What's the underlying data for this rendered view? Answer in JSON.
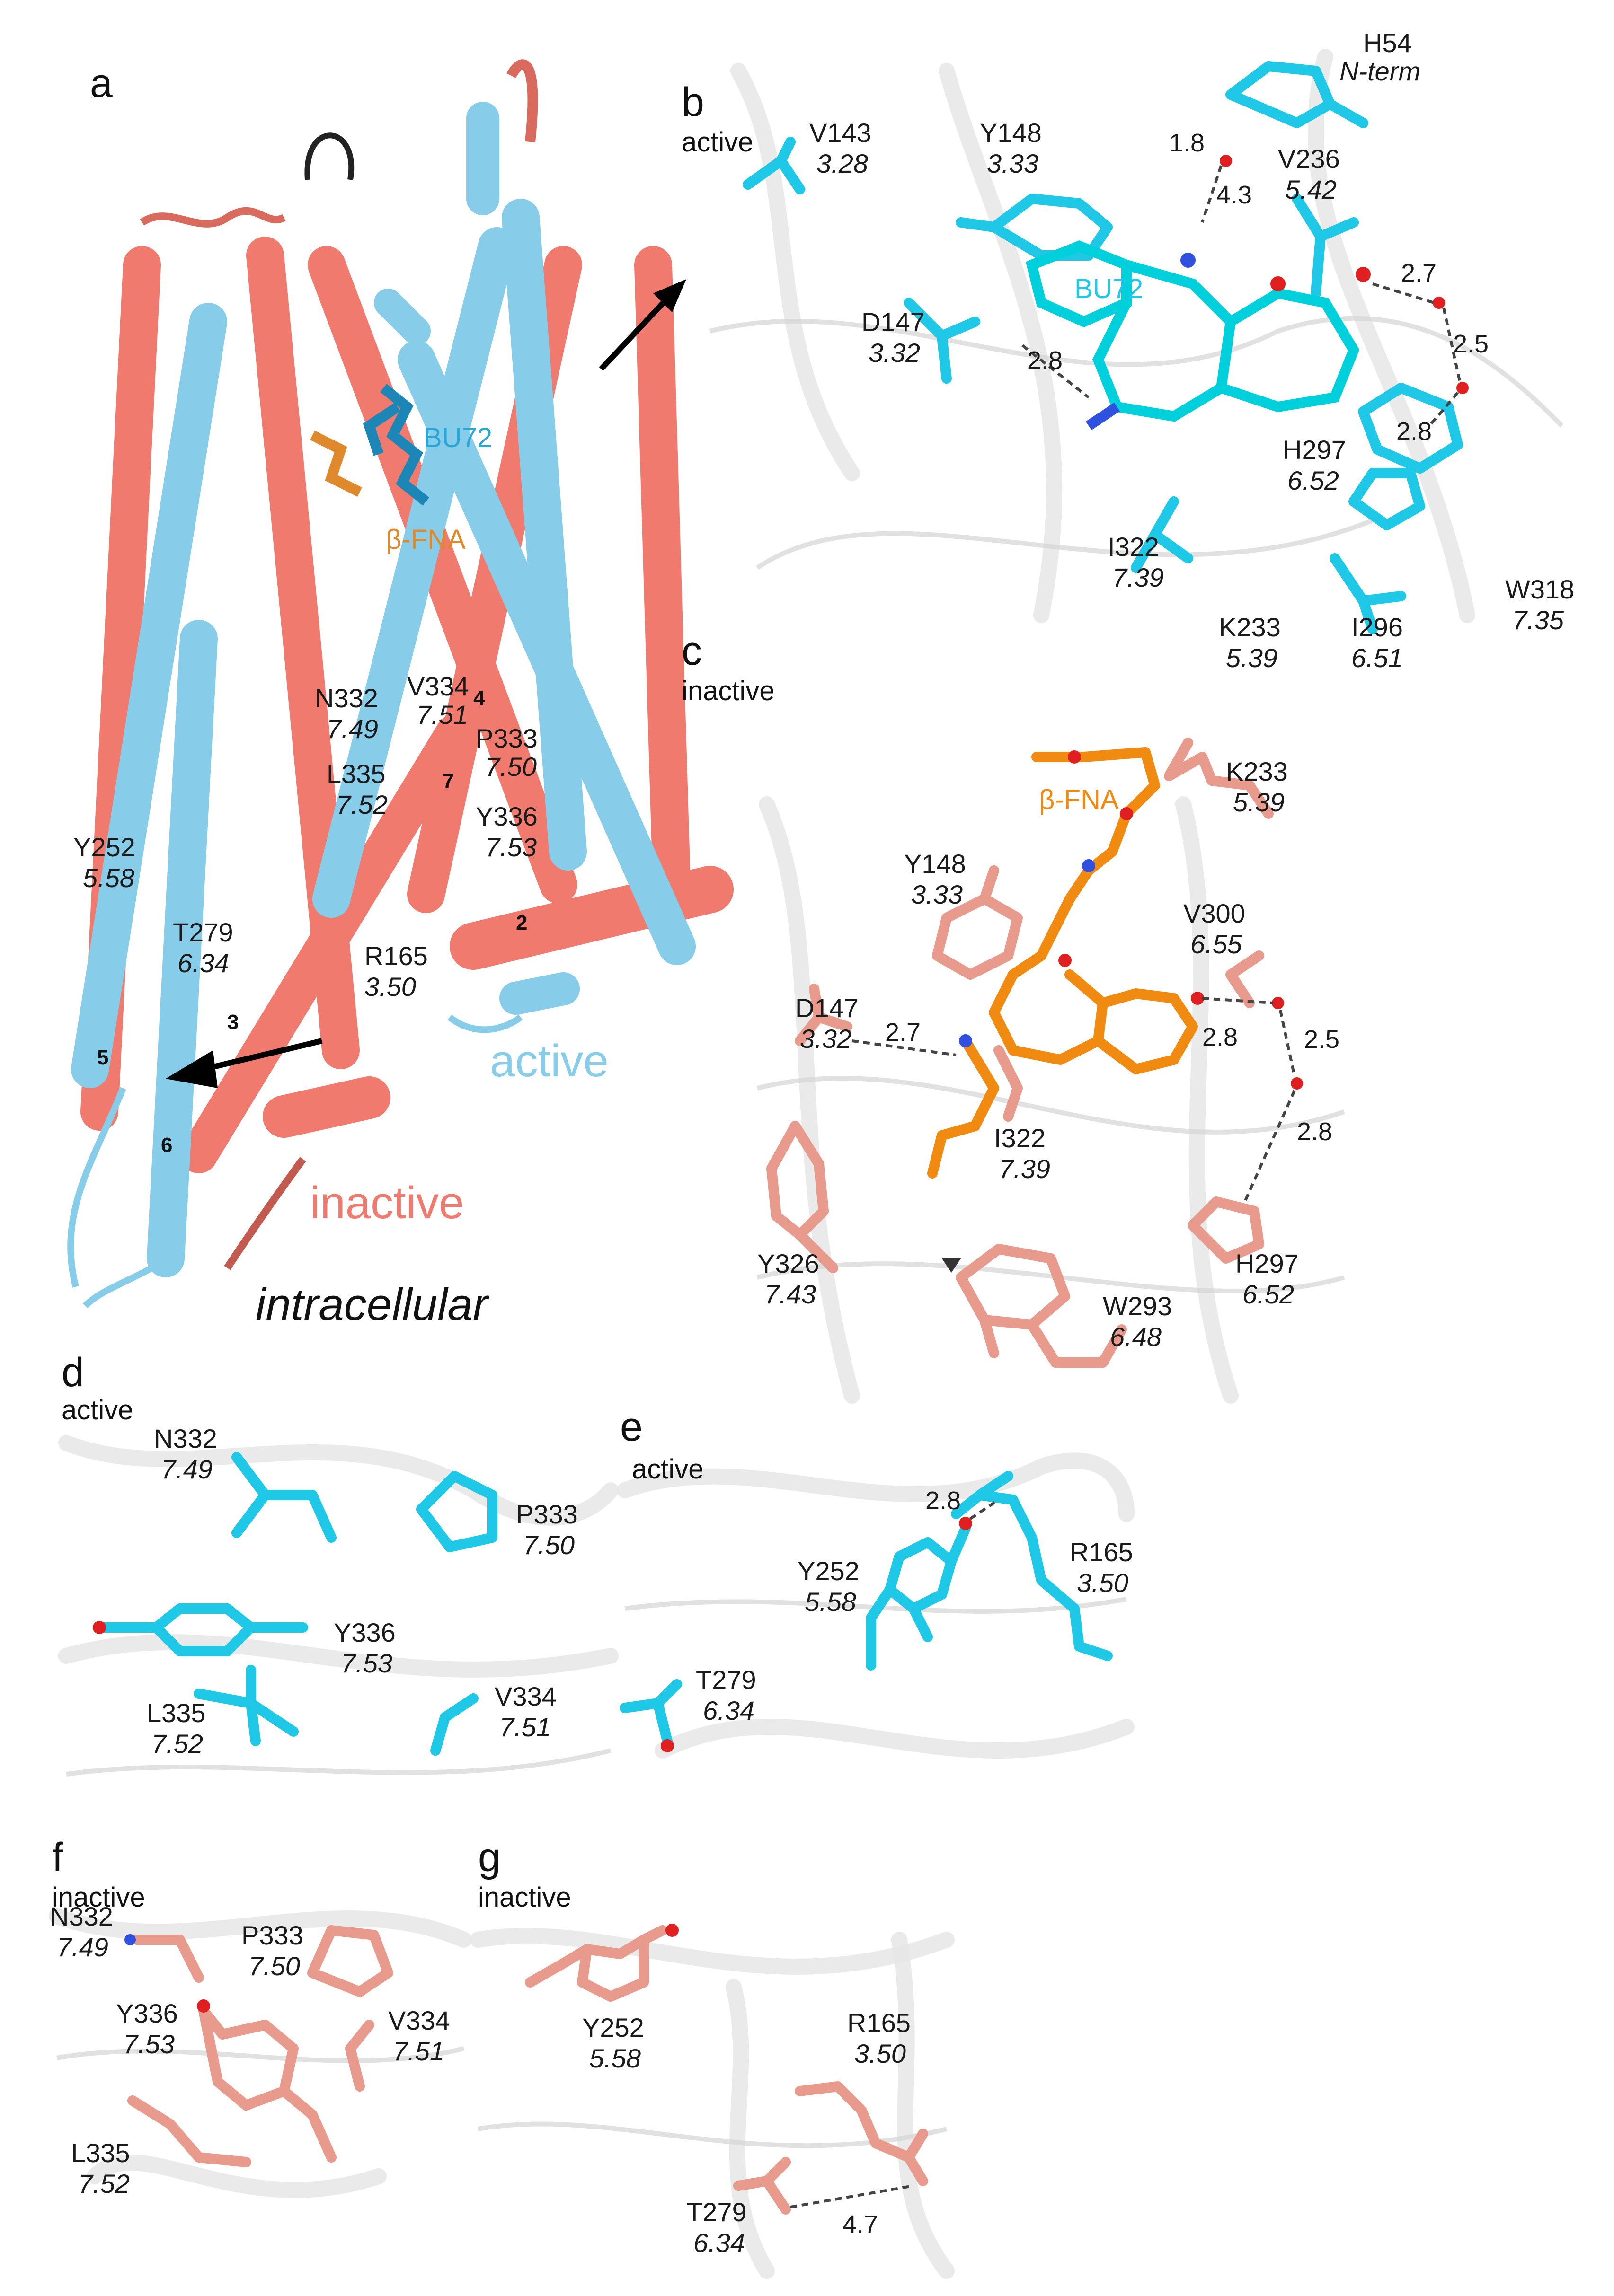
{
  "panels": {
    "a": {
      "letter": "a",
      "ligand_active": "BU72",
      "ligand_inactive": "β-FNA",
      "state_active": "active",
      "state_inactive": "inactive",
      "region": "intracellular",
      "helix_numbers": [
        "4",
        "7",
        "2",
        "3",
        "5",
        "6"
      ],
      "residues": [
        {
          "name": "N332",
          "bw": "7.49"
        },
        {
          "name": "V334",
          "bw": "7.51"
        },
        {
          "name": "P333",
          "bw": "7.50"
        },
        {
          "name": "L335",
          "bw": "7.52"
        },
        {
          "name": "Y336",
          "bw": "7.53"
        },
        {
          "name": "Y252",
          "bw": "5.58"
        },
        {
          "name": "T279",
          "bw": "6.34"
        },
        {
          "name": "R165",
          "bw": "3.50"
        }
      ],
      "colors": {
        "active": "#87cde9",
        "inactive": "#f07a6e",
        "active_ligand": "#1c86b6",
        "inactive_ligand": "#e0892c"
      }
    },
    "b": {
      "letter": "b",
      "state": "active",
      "ligand": "BU72",
      "residues": [
        {
          "name": "V143",
          "bw": "3.28"
        },
        {
          "name": "Y148",
          "bw": "3.33"
        },
        {
          "name": "H54",
          "bw": "N-term"
        },
        {
          "name": "V236",
          "bw": "5.42"
        },
        {
          "name": "D147",
          "bw": "3.32"
        },
        {
          "name": "H297",
          "bw": "6.52"
        },
        {
          "name": "I322",
          "bw": "7.39"
        },
        {
          "name": "W318",
          "bw": "7.35"
        },
        {
          "name": "K233",
          "bw": "5.39"
        },
        {
          "name": "I296",
          "bw": "6.51"
        }
      ],
      "distances": [
        "1.8",
        "4.3",
        "2.8",
        "2.7",
        "2.5",
        "2.8"
      ]
    },
    "c": {
      "letter": "c",
      "state": "inactive",
      "ligand": "β-FNA",
      "residues": [
        {
          "name": "K233",
          "bw": "5.39"
        },
        {
          "name": "Y148",
          "bw": "3.33"
        },
        {
          "name": "V300",
          "bw": "6.55"
        },
        {
          "name": "D147",
          "bw": "3.32"
        },
        {
          "name": "I322",
          "bw": "7.39"
        },
        {
          "name": "Y326",
          "bw": "7.43"
        },
        {
          "name": "W293",
          "bw": "6.48"
        },
        {
          "name": "H297",
          "bw": "6.52"
        }
      ],
      "distances": [
        "2.7",
        "2.8",
        "2.5",
        "2.8"
      ]
    },
    "d": {
      "letter": "d",
      "state": "active",
      "residues": [
        {
          "name": "N332",
          "bw": "7.49"
        },
        {
          "name": "P333",
          "bw": "7.50"
        },
        {
          "name": "Y336",
          "bw": "7.53"
        },
        {
          "name": "L335",
          "bw": "7.52"
        },
        {
          "name": "V334",
          "bw": "7.51"
        }
      ]
    },
    "e": {
      "letter": "e",
      "state": "active",
      "residues": [
        {
          "name": "Y252",
          "bw": "5.58"
        },
        {
          "name": "R165",
          "bw": "3.50"
        },
        {
          "name": "T279",
          "bw": "6.34"
        }
      ],
      "distances": [
        "2.8"
      ]
    },
    "f": {
      "letter": "f",
      "state": "inactive",
      "residues": [
        {
          "name": "N332",
          "bw": "7.49"
        },
        {
          "name": "P333",
          "bw": "7.50"
        },
        {
          "name": "Y336",
          "bw": "7.53"
        },
        {
          "name": "V334",
          "bw": "7.51"
        },
        {
          "name": "L335",
          "bw": "7.52"
        }
      ]
    },
    "g": {
      "letter": "g",
      "state": "inactive",
      "residues": [
        {
          "name": "Y252",
          "bw": "5.58"
        },
        {
          "name": "R165",
          "bw": "3.50"
        },
        {
          "name": "T279",
          "bw": "6.34"
        }
      ],
      "distances": [
        "4.7"
      ]
    }
  }
}
